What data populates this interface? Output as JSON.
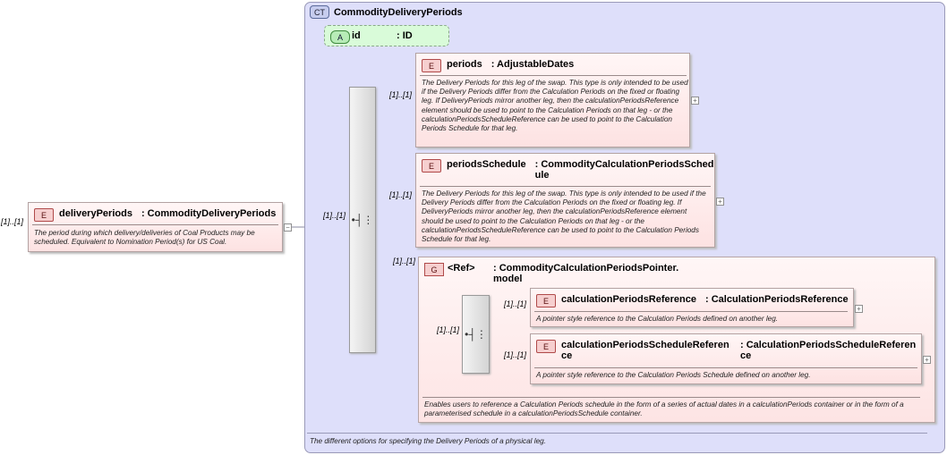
{
  "complex_type": {
    "badge": "CT",
    "name": "CommodityDeliveryPeriods",
    "doc": "The different options for specifying the Delivery Periods of a physical leg."
  },
  "attribute": {
    "badge": "A",
    "name": "id",
    "type": ": ID"
  },
  "root": {
    "badge": "E",
    "cardinality": "[1]..[1]",
    "name": "deliveryPeriods",
    "type": ": CommodityDeliveryPeriods",
    "doc": "The period during which delivery/deliveries of Coal Products may be scheduled. Equivalent to Nomination Period(s) for US Coal."
  },
  "sequence_cardinality": "[1]..[1]",
  "periods": {
    "badge": "E",
    "cardinality": "[1]..[1]",
    "name": "periods",
    "type": ": AdjustableDates",
    "doc": "The Delivery Periods for this leg of the swap. This type is only intended to be used if the Delivery Periods differ from the Calculation Periods on the fixed or floating leg. If DeliveryPeriods mirror another leg, then the calculationPeriodsReference element should be used to point to the Calculation Periods on that leg - or the calculationPeriodsScheduleReference can be used to point to the Calculation Periods Schedule for that leg."
  },
  "periods_schedule": {
    "badge": "E",
    "cardinality": "[1]..[1]",
    "name": "periodsSchedule",
    "type": ": CommodityCalculationPeriodsSchedule",
    "doc": "The Delivery Periods for this leg of the swap. This type is only intended to be used if the Delivery Periods differ from the Calculation Periods on the fixed or floating leg. If DeliveryPeriods mirror another leg, then the calculationPeriodsReference element should be used to point to the Calculation Periods on that leg - or the calculationPeriodsScheduleReference can be used to point to the Calculation Periods Schedule for that leg."
  },
  "group": {
    "badge": "G",
    "cardinality": "[1]..[1]",
    "name": "<Ref>",
    "type": ": CommodityCalculationPeriodsPointer.model",
    "inner_sequence_cardinality": "[1]..[1]",
    "doc": "Enables users to reference a Calculation Periods schedule in the form of a series of actual dates in a calculationPeriods container or in the form of a parameterised schedule in a calculationPeriodsSchedule container."
  },
  "calc_ref": {
    "badge": "E",
    "cardinality": "[1]..[1]",
    "name": "calculationPeriodsReference",
    "type": ": CalculationPeriodsReference",
    "doc": "A pointer style reference to the Calculation Periods defined on another leg."
  },
  "calc_sched_ref": {
    "badge": "E",
    "cardinality": "[1]..[1]",
    "name": "calculationPeriodsScheduleReference",
    "type": ": CalculationPeriodsScheduleReference",
    "doc": "A pointer style reference to the Calculation Periods Schedule defined on another leg."
  },
  "icons": {
    "sequence": "sequence-compositor-icon",
    "expand": "plus-icon",
    "collapse": "minus-icon"
  },
  "expand_symbol": "+",
  "collapse_symbol": "−",
  "sequence_symbol": "•┤⋮"
}
